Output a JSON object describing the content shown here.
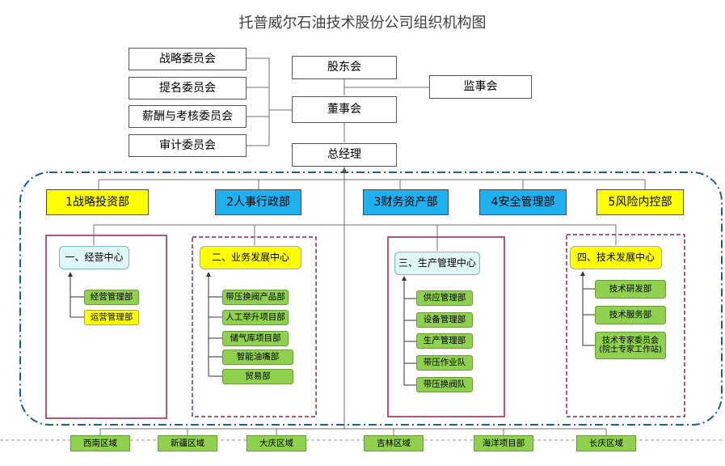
{
  "title": "托普威尔石油技术股份公司组织机构图",
  "committees": [
    "战略委员会",
    "提名委员会",
    "薪酬与考核委员会",
    "审计委员会"
  ],
  "governance": {
    "shareholders": "股东会",
    "supervisors": "监事会",
    "board": "董事会",
    "gm": "总经理"
  },
  "departments": [
    {
      "label": "1战略投资部",
      "color": "#ffff00"
    },
    {
      "label": "2人事行政部",
      "color": "#1fb0ef"
    },
    {
      "label": "3财务资产部",
      "color": "#1fb0ef"
    },
    {
      "label": "4安全管理部",
      "color": "#1fb0ef"
    },
    {
      "label": "5风险内控部",
      "color": "#ffff00"
    }
  ],
  "centers": [
    {
      "label": "一、经营中心",
      "subs": [
        "经营管理部",
        "运营管理部"
      ]
    },
    {
      "label": "二、业务发展中心",
      "subs": [
        "带压换阀产品部",
        "人工举升项目部",
        "储气库项目部",
        "智能油嘴部",
        "贸易部"
      ]
    },
    {
      "label": "三、生产管理中心",
      "subs": [
        "供应管理部",
        "设备管理部",
        "生产管理部",
        "带压作业队",
        "带压换阀队"
      ]
    },
    {
      "label": "四、技术发展中心",
      "subs": [
        "技术研发部",
        "技术服务部",
        "技术专家委员会\n(院士专家工作站)"
      ]
    }
  ],
  "regions": [
    "西南区域",
    "新疆区域",
    "大庆区域",
    "吉林区域",
    "海洋项目部",
    "长庆区域"
  ],
  "colors": {
    "frame": "#1f5f80",
    "solid_box": "#9b2246",
    "dashed_box": "#9b2246",
    "line": "#707070"
  }
}
